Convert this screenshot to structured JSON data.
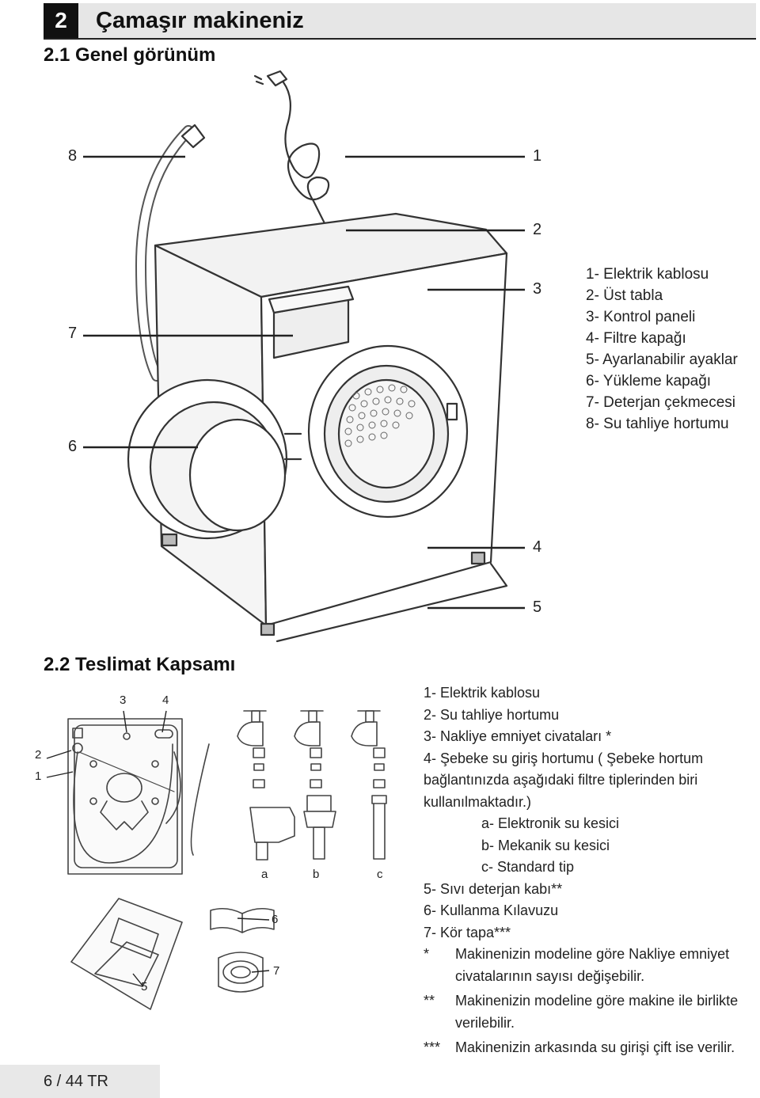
{
  "chapter": {
    "number": "2",
    "title": "Çamaşır makineniz"
  },
  "section1": {
    "title": "2.1 Genel görünüm",
    "callouts": [
      "1",
      "2",
      "3",
      "4",
      "5",
      "6",
      "7",
      "8"
    ],
    "legend": [
      "1- Elektrik kablosu",
      "2- Üst tabla",
      "3- Kontrol paneli",
      "4- Filtre kapağı",
      "5- Ayarlanabilir ayaklar",
      "6- Yükleme kapağı",
      "7- Deterjan çekmecesi",
      "8- Su tahliye hortumu"
    ]
  },
  "section2": {
    "title": "2.2 Teslimat Kapsamı",
    "fig_labels": {
      "l1": "1",
      "l2": "2",
      "l3": "3",
      "l4": "4",
      "l5": "5",
      "l6": "6",
      "l7": "7",
      "la": "a",
      "lb": "b",
      "lc": "c"
    },
    "items": [
      "1- Elektrik kablosu",
      "2- Su tahliye hortumu",
      "3- Nakliye emniyet civataları *",
      "4- Şebeke su giriş hortumu ( Şebeke hortum bağlantınızda aşağıdaki filtre tiplerinden biri kullanılmaktadır.)"
    ],
    "subitems": [
      "a- Elektronik su kesici",
      "b- Mekanik su kesici",
      "c- Standard tip"
    ],
    "items2": [
      "5- Sıvı deterjan kabı**",
      "6- Kullanma Kılavuzu",
      "7- Kör tapa***"
    ],
    "notes": [
      {
        "mark": "*",
        "text": "Makinenizin modeline göre Nakliye emniyet civatalarının sayısı değişebilir."
      },
      {
        "mark": "**",
        "text": "Makinenizin modeline göre makine ile birlikte verilebilir."
      },
      {
        "mark": "***",
        "text": "Makinenizin arkasında su girişi çift ise verilir."
      }
    ]
  },
  "footer": {
    "page": "6 / 44",
    "lang": "TR"
  }
}
